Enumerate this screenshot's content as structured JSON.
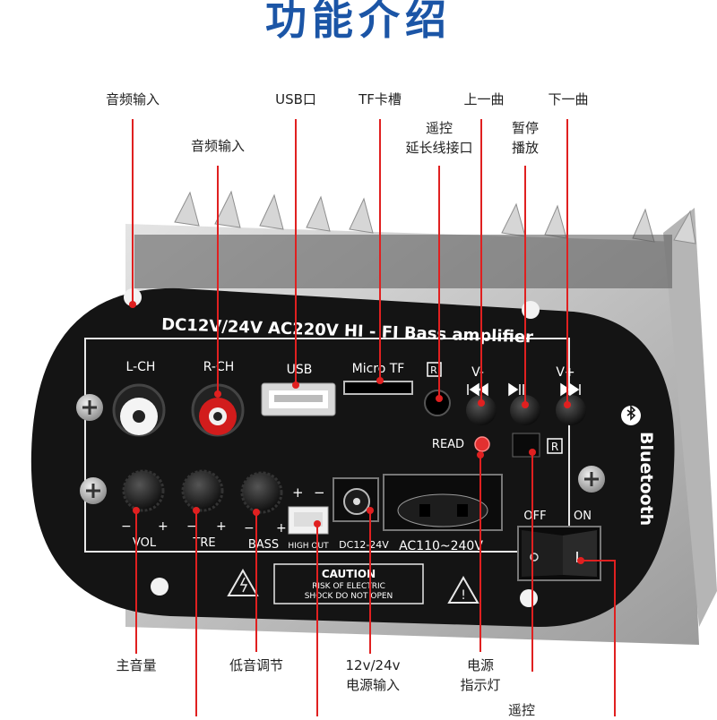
{
  "header": {
    "title": "功能介绍"
  },
  "colors": {
    "title": "#1b55a6",
    "pointer": "#e02020",
    "panel": "#141414",
    "heatsink": "#c9c9c9"
  },
  "panel": {
    "model": "DC12V/24V AC220V HI - FI Bass amplifier",
    "brand": "Bluetooth",
    "ports": {
      "lch": "L-CH",
      "rch": "R-CH",
      "usb": "USB",
      "tf": "Micro TF",
      "vminus": "V-",
      "vplus": "V+",
      "read": "READ",
      "vol": "VOL",
      "tre": "TRE",
      "bass": "BASS",
      "highout": "HIGH OUT",
      "dc": "DC12-24V",
      "ac": "AC110~240V",
      "off": "OFF",
      "on": "ON",
      "plus": "+",
      "minus": "−"
    },
    "caution": {
      "title": "CAUTION",
      "line1": "RISK OF ELECTRIC",
      "line2": "SHOCK DO NOT OPEN"
    }
  },
  "callouts": {
    "audio_in_1": "音频输入",
    "audio_in_2": "音频输入",
    "usb": "USB口",
    "tf": "TF卡槽",
    "remote_ext_1": "遥控",
    "remote_ext_2": "延长线接口",
    "prev": "上一曲",
    "pause_1": "暂停",
    "pause_2": "播放",
    "next": "下一曲",
    "master_vol": "主音量",
    "bass_adj": "低音调节",
    "power_in_1": "12v/24v",
    "power_in_2": "电源输入",
    "power_led_1": "电源",
    "power_led_2": "指示灯",
    "remote": "遥控"
  }
}
